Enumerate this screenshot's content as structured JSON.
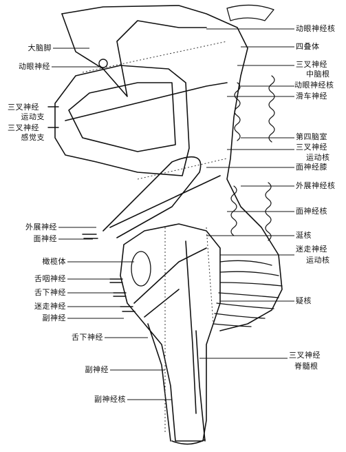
{
  "labels_right": [
    {
      "id": "oculomotor-nucleus",
      "text": "动眼神经核"
    },
    {
      "id": "corpora-quadrigemina",
      "text": "四叠体"
    },
    {
      "id": "trigeminal-nerve",
      "text": "三叉神经"
    },
    {
      "id": "mesencephalic-root",
      "text": "中脑根"
    },
    {
      "id": "oculomotor-nucleus-2",
      "text": "动眼神经核"
    },
    {
      "id": "trochlear-nerve",
      "text": "滑车神经"
    },
    {
      "id": "fourth-ventricle",
      "text": "第四脑室"
    },
    {
      "id": "trigeminal-nerve-2",
      "text": "三叉神经"
    },
    {
      "id": "motor-nucleus",
      "text": "运动核"
    },
    {
      "id": "facial-genu",
      "text": "面神经膝"
    },
    {
      "id": "abducens-nucleus",
      "text": "外展神经核"
    },
    {
      "id": "facial-nucleus",
      "text": "面神经核"
    },
    {
      "id": "olivary-nucleus",
      "text": "涎核"
    },
    {
      "id": "vagus-nerve",
      "text": "迷走神经"
    },
    {
      "id": "vagus-motor-nucleus",
      "text": "运动核"
    },
    {
      "id": "ambiguus-nucleus",
      "text": "疑核"
    },
    {
      "id": "trigeminal-nerve-3",
      "text": "三叉神经"
    },
    {
      "id": "spinal-root",
      "text": "脊髓根"
    }
  ],
  "labels_left": [
    {
      "id": "cerebral-peduncle",
      "text": "大脑脚"
    },
    {
      "id": "oculomotor-nerve",
      "text": "动眼神经"
    },
    {
      "id": "trigeminal-motor-branch",
      "text": "三叉神经"
    },
    {
      "id": "motor-branch",
      "text": "运动支"
    },
    {
      "id": "trigeminal-sensory",
      "text": "三叉神经"
    },
    {
      "id": "sensory-branch",
      "text": "感觉支"
    },
    {
      "id": "abducens-nerve",
      "text": "外展神经"
    },
    {
      "id": "facial-nerve",
      "text": "面神经"
    },
    {
      "id": "olive",
      "text": "橄榄体"
    },
    {
      "id": "glossopharyngeal-nerve",
      "text": "舌咽神经"
    },
    {
      "id": "hypoglossal-nerve",
      "text": "舌下神经"
    },
    {
      "id": "vagus-nerve-left",
      "text": "迷走神经"
    },
    {
      "id": "accessory-nerve",
      "text": "副神经"
    },
    {
      "id": "hypoglossal-nerve-2",
      "text": "舌下神经"
    },
    {
      "id": "accessory-nerve-2",
      "text": "副神经"
    },
    {
      "id": "accessory-nucleus",
      "text": "副神经核"
    }
  ]
}
